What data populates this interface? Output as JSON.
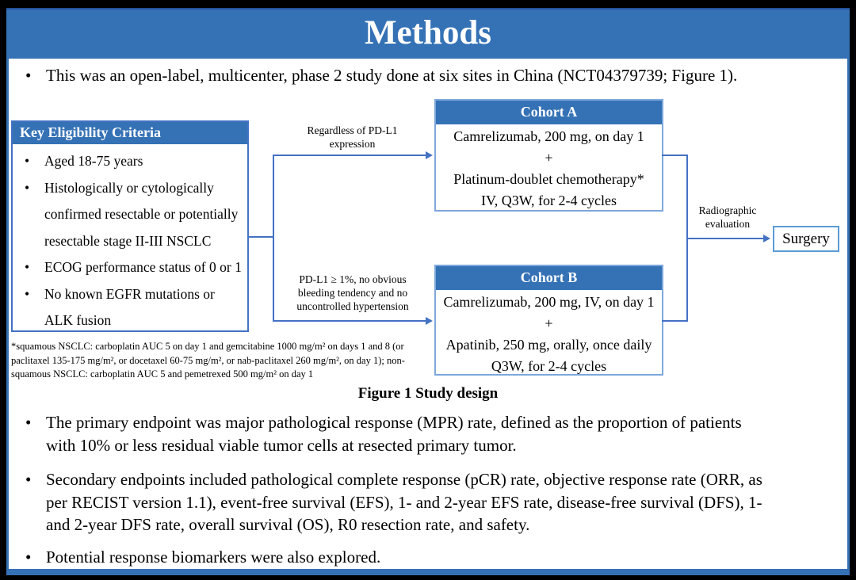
{
  "slide": {
    "title": "Methods",
    "intro_bullet": "This was an open-label, multicenter, phase 2 study done at six sites in China (NCT04379739; Figure 1).",
    "figure": {
      "eligibility": {
        "header": "Key Eligibility Criteria",
        "items": [
          "Aged 18-75 years",
          "Histologically or cytologically\nconfirmed resectable or potentially\nresectable stage II-III NSCLC",
          "ECOG performance status of 0 or 1",
          "No known EGFR mutations or\nALK fusion"
        ]
      },
      "branch_labels": {
        "top": "Regardless of PD-L1\nexpression",
        "bottom": "PD-L1 ≥ 1%, no obvious\nbleeding tendency and no\nuncontrolled hypertension"
      },
      "cohort_a": {
        "header": "Cohort A",
        "lines": [
          "Camrelizumab, 200 mg, on day 1",
          "+",
          "Platinum-doublet chemotherapy*",
          "IV, Q3W, for 2-4 cycles"
        ]
      },
      "cohort_b": {
        "header": "Cohort B",
        "lines": [
          "Camrelizumab, 200 mg, IV, on day 1",
          "+",
          "Apatinib, 250 mg, orally, once daily",
          "Q3W, for 2-4 cycles"
        ]
      },
      "evaluation_label": "Radiographic\nevaluation",
      "surgery_label": "Surgery",
      "footnote": "*squamous NSCLC: carboplatin AUC 5 on day 1 and gemcitabine 1000 mg/m² on days 1 and 8 (or\npaclitaxel 135-175 mg/m², or docetaxel 60-75 mg/m², or nab-paclitaxel 260 mg/m², on day 1); non-\nsquamous NSCLC: carboplatin AUC 5 and pemetrexed 500 mg/m² on day 1",
      "caption": "Figure 1 Study design"
    },
    "bullets": [
      "The primary endpoint was major pathological response (MPR) rate, defined as the proportion of patients\nwith 10% or less residual viable tumor cells at resected primary tumor.",
      "Secondary endpoints included pathological complete response (pCR) rate, objective response rate (ORR, as\nper RECIST version 1.1), event-free survival (EFS), 1- and 2-year EFS rate, disease-free survival (DFS), 1-\nand 2-year DFS rate, overall survival (OS), R0 resection rate, and safety.",
      "Potential response biomarkers were also explored."
    ],
    "colors": {
      "banner_blue": "#3572B5",
      "line_blue": "#4472C4",
      "surgery_border_blue": "#5B9BD5",
      "title_text": "#FFFFFF",
      "body_text": "#000000"
    }
  }
}
